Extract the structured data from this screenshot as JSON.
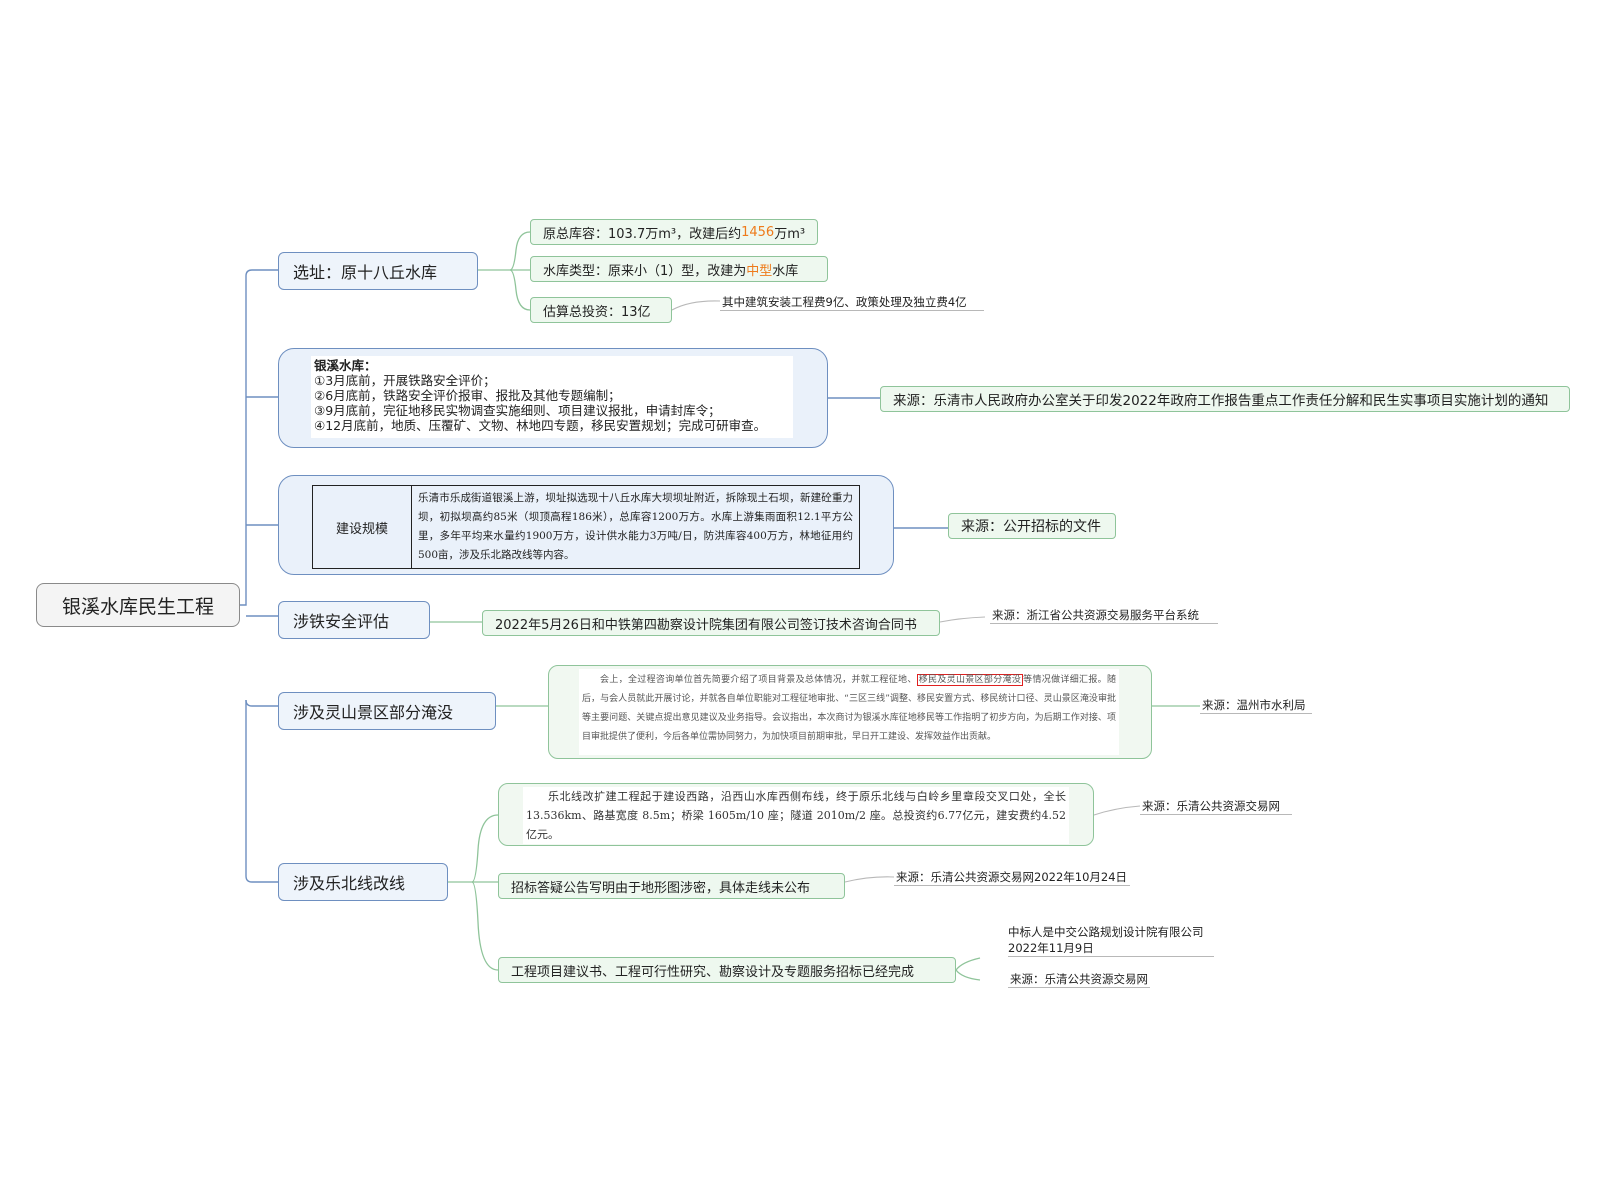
{
  "root": "银溪水库民生工程",
  "branches": {
    "site": {
      "label": "选址：原十八丘水库",
      "capacity": {
        "before": "原总库容：103.7万m³，改建后约",
        "highlight": "1456",
        "after": "万m³"
      },
      "type": {
        "before": "水库类型：原来小（1）型，改建为",
        "highlight": "中型",
        "after": "水库"
      },
      "investment": "估算总投资：13亿",
      "investment_note": "其中建筑安装工程费9亿、政策处理及独立费4亿"
    },
    "schedule": {
      "title": "银溪水库：",
      "items": [
        "①3月底前，开展铁路安全评价；",
        "②6月底前，铁路安全评价报审、报批及其他专题编制；",
        "③9月底前，完征地移民实物调查实施细则、项目建议报批，申请封库令；",
        "④12月底前，地质、压覆矿、文物、林地四专题，移民安置规划；完成可研审查。"
      ],
      "source": "来源：乐清市人民政府办公室关于印发2022年政府工作报告重点工作责任分解和民生实事项目实施计划的通知"
    },
    "scale": {
      "header": "建设规模",
      "text": "乐清市乐成街道银溪上游，坝址拟选现十八丘水库大坝坝址附近，拆除现土石坝，新建砼重力坝，初拟坝高约85米（坝顶高程186米），总库容1200万方。水库上游集雨面积12.1平方公里，多年平均来水量约1900万方，设计供水能力3万吨/日，防洪库容400万方，林地征用约500亩，涉及乐北路改线等内容。",
      "source": "来源：公开招标的文件"
    },
    "railway": {
      "label": "涉铁安全评估",
      "contract": "2022年5月26日和中铁第四勘察设计院集团有限公司签订技术咨询合同书",
      "source": "来源：浙江省公共资源交易服务平台系统"
    },
    "lingshan": {
      "label": "涉及灵山景区部分淹没",
      "excerpt_before": "会上，全过程咨询单位首先简要介绍了项目背景及总体情况，并就工程征地、",
      "excerpt_highlight": "移民及灵山景区部分淹没",
      "excerpt_after": "等情况做详细汇报。随后，与会人员就此开展讨论，并就各自单位职能对工程征地审批、“三区三线”调整、移民安置方式、移民统计口径、灵山景区淹没审批等主要问题、关键点提出意见建议及业务指导。会议指出，本次商讨为银溪水库征地移民等工作指明了初步方向，为后期工作对接、项目审批提供了便利，今后各单位需协同努力，为加快项目前期审批，早日开工建设、发挥效益作出贡献。",
      "source": "来源：温州市水利局"
    },
    "lebei": {
      "label": "涉及乐北线改线",
      "desc": "乐北线改扩建工程起于建设西路，沿西山水库西侧布线，终于原乐北线与白岭乡里章段交叉口处，全长13.536km、路基宽度 8.5m；桥梁 1605m/10 座；隧道 2010m/2 座。总投资约6.77亿元，建安费约4.52亿元。",
      "desc_source": "来源：乐清公共资源交易网",
      "secret": "招标答疑公告写明由于地形图涉密，具体走线未公布",
      "secret_source": "来源：乐清公共资源交易网2022年10月24日",
      "tender": "工程项目建议书、工程可行性研究、勘察设计及专题服务招标已经完成",
      "winner": "中标人是中交公路规划设计院有限公司",
      "winner_date": "2022年11月9日",
      "winner_source": "来源：乐清公共资源交易网"
    }
  },
  "colors": {
    "branch_border": "#6e8fc0",
    "leaf_border": "#8fc49a",
    "highlight": "#ee7b1b",
    "mark": "#e02020"
  }
}
